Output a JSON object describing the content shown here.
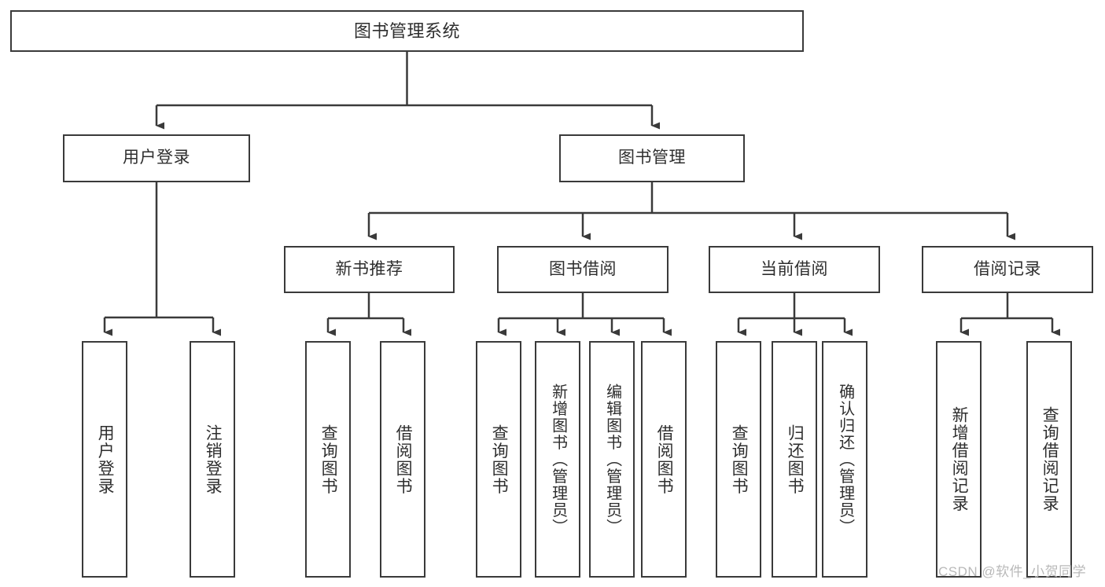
{
  "diagram": {
    "title": "图书管理系统",
    "type": "tree",
    "orientation": "top-down",
    "line_color": "#3a3a3a",
    "box_fill": "#ffffff",
    "text_color": "#2e2e2e",
    "nodes": {
      "root": {
        "label": "图书管理系统"
      },
      "level1": [
        {
          "id": "user-login",
          "label": "用户登录"
        },
        {
          "id": "book-manage",
          "label": "图书管理"
        }
      ],
      "level2": [
        {
          "id": "new-book-recommend",
          "label": "新书推荐"
        },
        {
          "id": "book-borrow",
          "label": "图书借阅"
        },
        {
          "id": "current-borrow",
          "label": "当前借阅"
        },
        {
          "id": "borrow-record",
          "label": "借阅记录"
        }
      ],
      "leaves": {
        "user_login": [
          {
            "id": "leaf-user-login",
            "label": "用户登录"
          },
          {
            "id": "leaf-logout-login",
            "label": "注销登录"
          }
        ],
        "new_book_recommend": [
          {
            "id": "leaf-query-book-1",
            "label": "查询图书"
          },
          {
            "id": "leaf-borrow-book-1",
            "label": "借阅图书"
          }
        ],
        "book_borrow": [
          {
            "id": "leaf-query-book-2",
            "label": "查询图书"
          },
          {
            "id": "leaf-add-book-admin",
            "label": "新增图书（管理员）"
          },
          {
            "id": "leaf-edit-book-admin",
            "label": "编辑图书（管理员）"
          },
          {
            "id": "leaf-borrow-book-2",
            "label": "借阅图书"
          }
        ],
        "current_borrow": [
          {
            "id": "leaf-query-book-3",
            "label": "查询图书"
          },
          {
            "id": "leaf-return-book",
            "label": "归还图书"
          },
          {
            "id": "leaf-confirm-return-admin",
            "label": "确认归还（管理员）"
          }
        ],
        "borrow_record": [
          {
            "id": "leaf-add-borrow-record",
            "label": "新增借阅记录"
          },
          {
            "id": "leaf-query-borrow-record",
            "label": "查询借阅记录"
          }
        ]
      }
    }
  },
  "watermark": {
    "text": "CSDN @软件_小贺同学"
  }
}
